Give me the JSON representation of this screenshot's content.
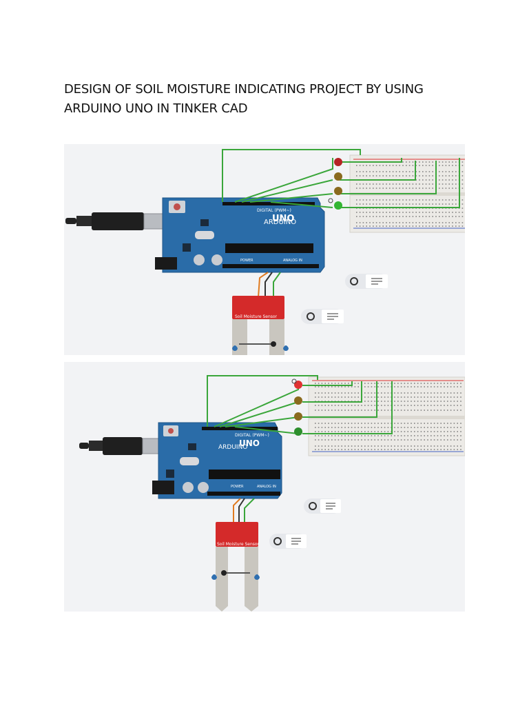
{
  "document": {
    "title_line1": "DESIGN OF SOIL MOISTURE INDICATING PROJECT BY USING",
    "title_line2": "ARDUINO UNO  IN TINKER CAD"
  },
  "circuit": {
    "board_brand": "ARDUINO",
    "board_model": "UNO",
    "digital_label": "DIGITAL (PWM~)",
    "power_label": "POWER",
    "analog_label": "ANALOG IN",
    "sensor_label": "Soil Moisture Sensor",
    "colors": {
      "board": "#2a6ca8",
      "wire": "#3aa63a",
      "sensor": "#d42a2a",
      "breadboard": "#eceae6",
      "led_red": "#b52424",
      "led_amber": "#8a6a1e",
      "led_green": "#33b533"
    }
  },
  "icons": {
    "annotation": "note-toggle-icon",
    "usb": "usb-cable-icon",
    "water_drop": "water-drop-icon"
  }
}
